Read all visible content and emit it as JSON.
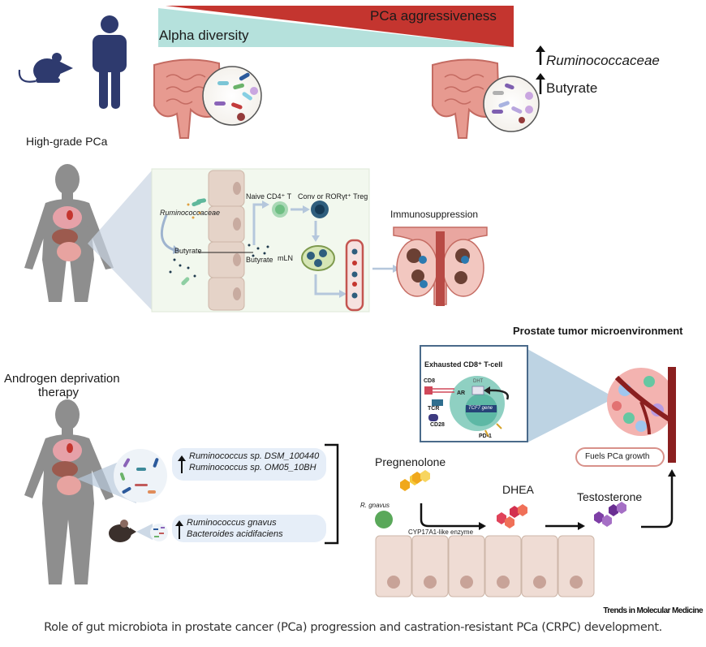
{
  "figure": {
    "caption": "Role of gut microbiota in prostate cancer (PCa) progression and castration-resistant PCa (CRPC) development.",
    "journal": "Trends in Molecular Medicine"
  },
  "top_panel": {
    "gradient_labels": {
      "decreasing": "Alpha diversity",
      "increasing": "PCa aggressiveness"
    },
    "subject_label": "High-grade PCa",
    "subject_icons": [
      "mouse-icon",
      "human-icon"
    ],
    "increases": [
      {
        "arrow": "up",
        "text": "Ruminococcaceae",
        "italic": true
      },
      {
        "arrow": "up",
        "text": "Butyrate",
        "italic": false
      }
    ],
    "colors": {
      "aggressiveness": "#c4352f",
      "diversity": "#b5e1dc",
      "silhouette": "#2e3a6e"
    }
  },
  "immune_panel": {
    "bacteria_label": "Ruminococcaceae",
    "metabolite_label": "Butyrate",
    "metabolite_label_2": "Butyrate",
    "cells": {
      "naive": "Naive CD4⁺ T",
      "treg": "Conv or RORγt⁺ Treg"
    },
    "lymph_node": "mLN",
    "outcome": "Immunosuppression"
  },
  "adt_panel": {
    "title_line1": "Androgen deprivation",
    "title_line2": "therapy",
    "human_taxa": [
      "Ruminococcus sp. DSM_100440",
      "Ruminococcus sp. OM05_10BH"
    ],
    "mouse_taxa": [
      "Ruminococcus gnavus",
      "Bacteroides acidifaciens"
    ]
  },
  "steroid_pathway": {
    "organism": "R. gnavus",
    "enzyme": "CYP17A1-like enzyme",
    "steps": [
      "Pregnenolone",
      "DHEA",
      "Testosterone"
    ],
    "outcome": "Fuels PCa growth",
    "tme_title": "Prostate tumor microenvironment",
    "tcell_box": {
      "title": "Exhausted CD8⁺ T-cell",
      "labels": {
        "cd8": "CD8",
        "tcr": "TCR",
        "cd28": "CD28",
        "ar": "AR",
        "dht": "DHT",
        "gene": "TCF7 gene",
        "pd1": "PD-1"
      }
    },
    "colors": {
      "pregnenolone": "#f0a81c",
      "dhea": "#e0435a",
      "testosterone": "#7e3fa6",
      "epithelium": "#efdcd4"
    }
  }
}
